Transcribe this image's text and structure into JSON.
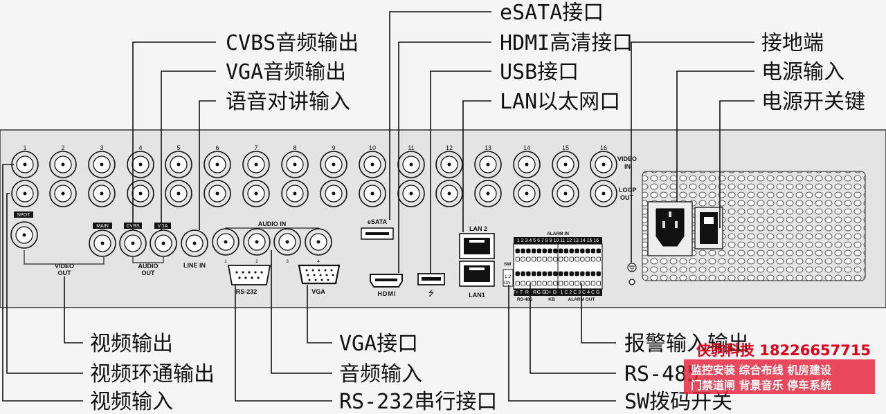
{
  "callouts_top": {
    "esata": "eSATA接口",
    "hdmi": "HDMI高清接口",
    "usb": "USB接口",
    "lan": "LAN以太网口",
    "cvbs_audio": "CVBS音频输出",
    "vga_audio": "VGA音频输出",
    "intercom": "语音对讲输入",
    "ground": "接地端",
    "power_in": "电源输入",
    "power_switch": "电源开关键"
  },
  "callouts_bottom": {
    "video_out": "视频输出",
    "video_loop": "视频环通输出",
    "video_in": "视频输入",
    "vga_port": "VGA接口",
    "audio_in": "音频输入",
    "rs232_port": "RS-232串行接口",
    "alarm_io": "报警输入输出",
    "rs485": "RS-485",
    "sw_dip": "SW拨码开关"
  },
  "panel": {
    "channel_numbers": [
      "1",
      "2",
      "3",
      "4",
      "5",
      "6",
      "7",
      "8",
      "9",
      "10",
      "11",
      "12",
      "13",
      "14",
      "15",
      "16"
    ],
    "video_in_label": [
      "VIDEO",
      "IN"
    ],
    "loop_out_label": [
      "LOOP",
      "OUT"
    ],
    "spot": "SPOT",
    "main": "MAIN",
    "cvbs": "CVBS",
    "vga_small": "VGA",
    "video_out": [
      "VIDEO",
      "OUT"
    ],
    "audio_out": [
      "AUDIO",
      "OUT"
    ],
    "line_in": "LINE IN",
    "audio_in": "AUDIO IN",
    "audio_in_numbers": [
      "1",
      "2",
      "3",
      "4"
    ],
    "rs232": "RS-232",
    "vga": "VGA",
    "esata": "eSATA",
    "hdmi_logo": "HDMI",
    "usb_symbol": "⭍",
    "lan2": "LAN 2",
    "lan1": "LAN1",
    "sw": "SW",
    "sw_positions": [
      "1 2",
      "ON"
    ],
    "alarm_in": "ALARM IN",
    "alarm_in_numbers": "1 2 3 4 5 6 7 8 9 10 11 12 13 14 15 16",
    "rs485_pins": "T+ T- R+ R-",
    "g_pins": "G G",
    "kb_pins": "D+ D-",
    "rs485": "RS-485",
    "kb": "KB",
    "alarm_out": "ALARM OUT",
    "alarm_out_numbers": "1 C 2 C 3 C 4 C G"
  },
  "watermark": {
    "name": "侠驹科技 18226657715",
    "line1": "监控安装 综合布线 机房建设",
    "line2": "门禁道闸 背景音乐 停车系统",
    "name_color": "#e0001a",
    "box_color": "#e8223a"
  }
}
